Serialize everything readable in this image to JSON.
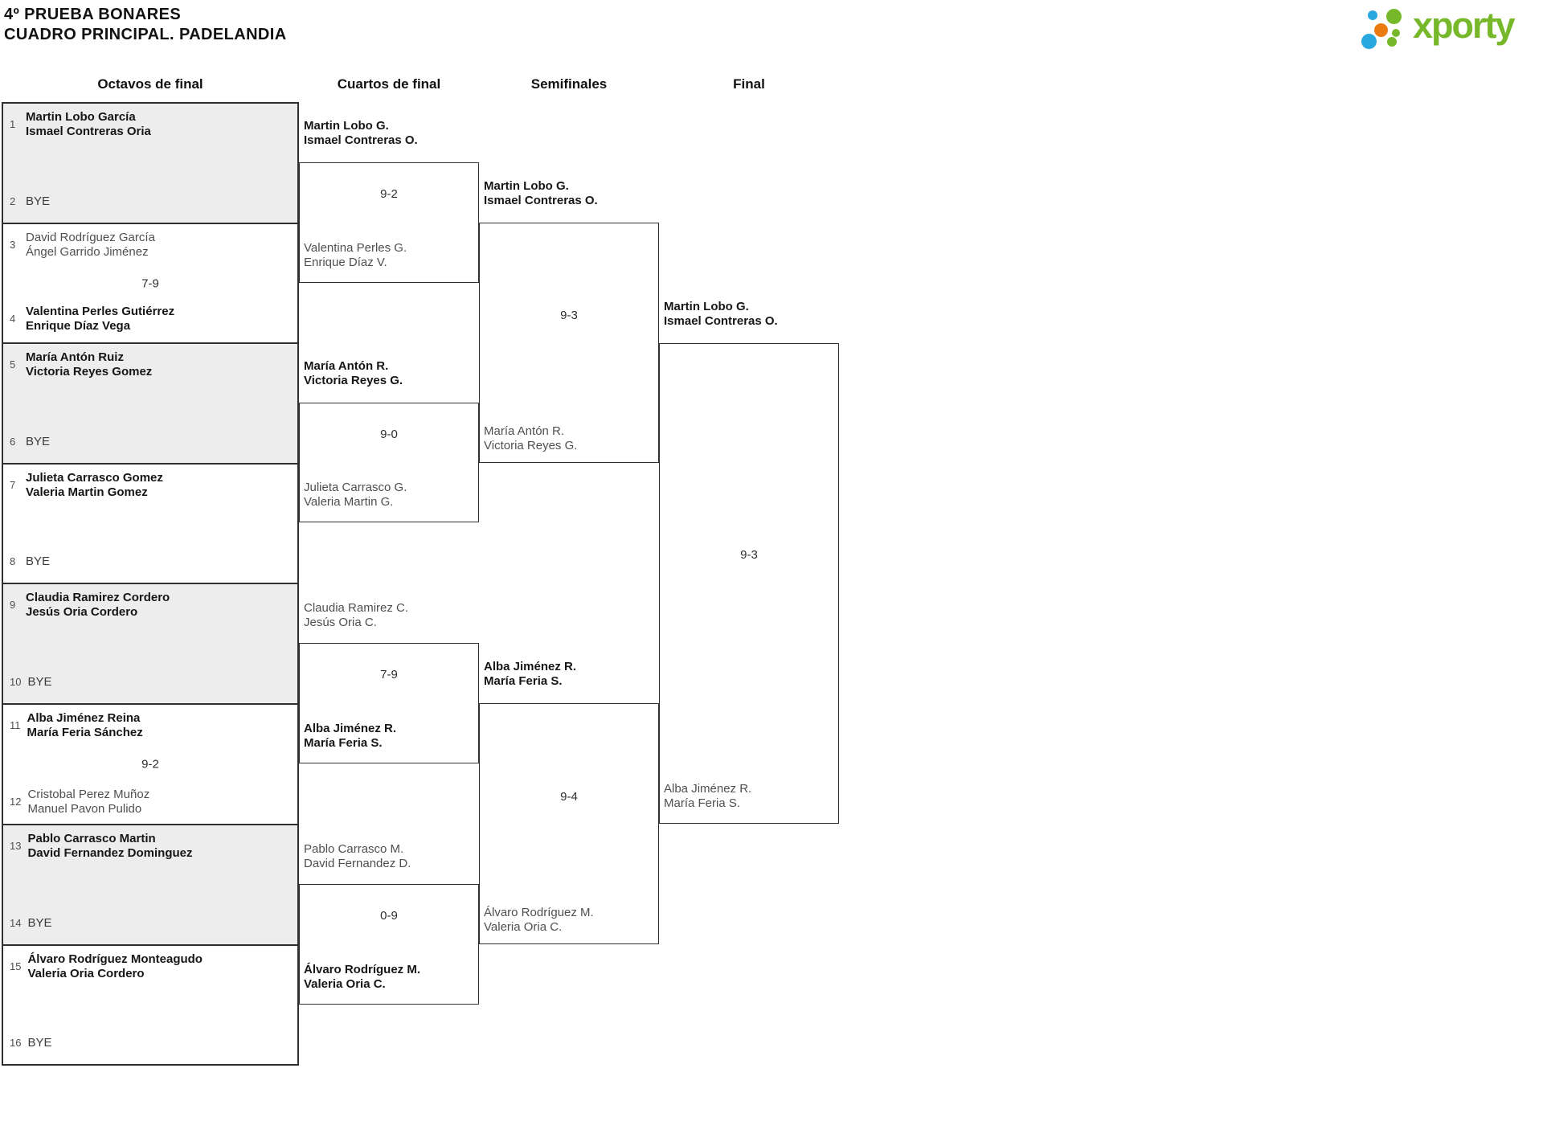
{
  "header": {
    "title_line1": "4º PRUEBA BONARES",
    "title_line2": "CUADRO PRINCIPAL. PADELANDIA",
    "logo_text": "xporty"
  },
  "round_headers": [
    "Octavos de final",
    "Cuartos de final",
    "Semifinales",
    "Final"
  ],
  "colors": {
    "logo_green": "#76b82a",
    "logo_blue": "#29a8e0",
    "logo_orange": "#ec7c11",
    "shaded_box": "#ededed",
    "line": "#2f2f2f",
    "winner_text": "#161616",
    "loser_text": "#4f4f4f"
  },
  "octavos": [
    {
      "top": {
        "seed": "1",
        "names": [
          "Martin Lobo García",
          "Ismael Contreras Oria"
        ]
      },
      "score": "",
      "bottom": {
        "seed": "2",
        "names": [
          "BYE"
        ]
      }
    },
    {
      "top": {
        "seed": "3",
        "names": [
          "David Rodríguez García",
          "Ángel Garrido Jiménez"
        ]
      },
      "score": "7-9",
      "bottom": {
        "seed": "4",
        "names": [
          "Valentina Perles Gutiérrez",
          "Enrique Díaz Vega"
        ]
      }
    },
    {
      "top": {
        "seed": "5",
        "names": [
          "María Antón Ruiz",
          "Victoria Reyes Gomez"
        ]
      },
      "score": "",
      "bottom": {
        "seed": "6",
        "names": [
          "BYE"
        ]
      }
    },
    {
      "top": {
        "seed": "7",
        "names": [
          "Julieta Carrasco Gomez",
          "Valeria Martin Gomez"
        ]
      },
      "score": "",
      "bottom": {
        "seed": "8",
        "names": [
          "BYE"
        ]
      }
    },
    {
      "top": {
        "seed": "9",
        "names": [
          "Claudia Ramirez Cordero",
          "Jesús Oria Cordero"
        ]
      },
      "score": "",
      "bottom": {
        "seed": "10",
        "names": [
          "BYE"
        ]
      }
    },
    {
      "top": {
        "seed": "11",
        "names": [
          "Alba Jiménez Reina",
          "María Feria Sánchez"
        ]
      },
      "score": "9-2",
      "bottom": {
        "seed": "12",
        "names": [
          "Cristobal Perez Muñoz",
          "Manuel Pavon Pulido"
        ]
      }
    },
    {
      "top": {
        "seed": "13",
        "names": [
          "Pablo Carrasco Martin",
          "David Fernandez Dominguez"
        ]
      },
      "score": "",
      "bottom": {
        "seed": "14",
        "names": [
          "BYE"
        ]
      }
    },
    {
      "top": {
        "seed": "15",
        "names": [
          "Álvaro Rodríguez Monteagudo",
          "Valeria Oria Cordero"
        ]
      },
      "score": "",
      "bottom": {
        "seed": "16",
        "names": [
          "BYE"
        ]
      }
    }
  ],
  "cuartos": [
    {
      "top_label": [
        "Martin Lobo G.",
        "Ismael Contreras O."
      ],
      "score": "9-2",
      "bottom_label": [
        "Valentina Perles G.",
        "Enrique Díaz V."
      ]
    },
    {
      "top_label": [
        "María Antón R.",
        "Victoria Reyes G."
      ],
      "score": "9-0",
      "bottom_label": [
        "Julieta Carrasco G.",
        "Valeria Martin G."
      ]
    },
    {
      "top_label": [
        "Claudia Ramirez C.",
        "Jesús Oria C."
      ],
      "score": "7-9",
      "bottom_label": [
        "Alba Jiménez R.",
        "María Feria S."
      ]
    },
    {
      "top_label": [
        "Pablo Carrasco M.",
        "David Fernandez D."
      ],
      "score": "0-9",
      "bottom_label": [
        "Álvaro Rodríguez M.",
        "Valeria Oria C."
      ]
    }
  ],
  "semifinales": [
    {
      "top_label": [
        "Martin Lobo G.",
        "Ismael Contreras O."
      ],
      "score": "9-3",
      "bottom_label": [
        "María Antón R.",
        "Victoria Reyes G."
      ]
    },
    {
      "top_label": [
        "Alba Jiménez R.",
        "María Feria S."
      ],
      "score": "9-4",
      "bottom_label": [
        "Álvaro Rodríguez M.",
        "Valeria Oria C."
      ]
    }
  ],
  "final": {
    "top_label": [
      "Martin Lobo G.",
      "Ismael Contreras O."
    ],
    "score": "9-3",
    "bottom_label": [
      "Alba Jiménez R.",
      "María Feria S."
    ]
  }
}
